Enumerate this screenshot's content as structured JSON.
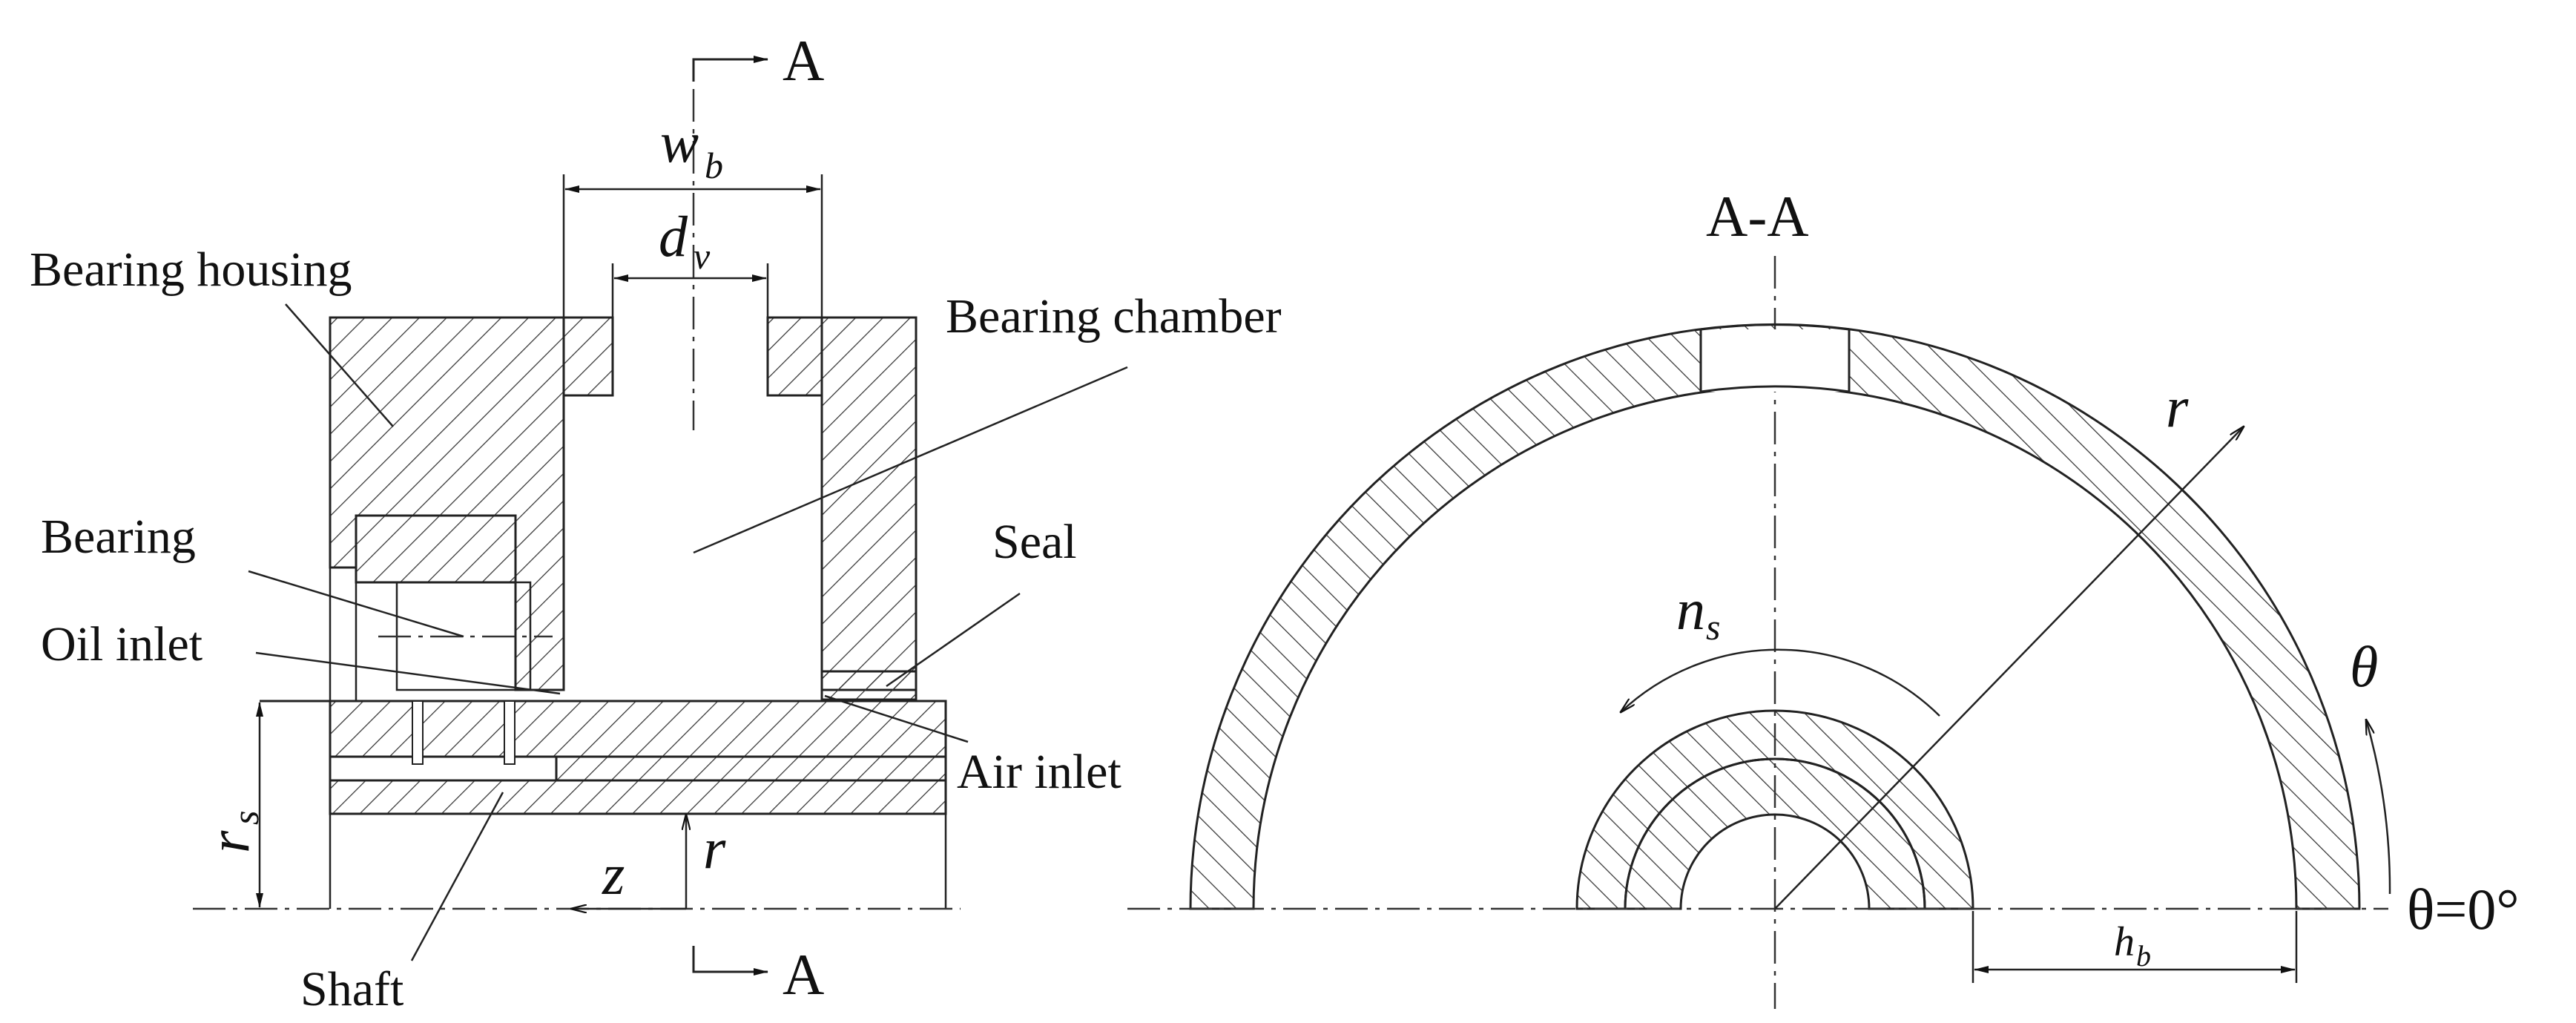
{
  "labels": {
    "section_top": "A",
    "section_bottom": "A",
    "section_title": "A-A",
    "bearing_housing": "Bearing housing",
    "bearing_chamber": "Bearing chamber",
    "bearing": "Bearing",
    "oil_inlet": "Oil inlet",
    "seal": "Seal",
    "air_inlet": "Air inlet",
    "shaft": "Shaft",
    "theta_zero": "θ=0°"
  },
  "symbols": {
    "w_main": "w",
    "w_sub": "b",
    "d_main": "d",
    "d_sub": "v",
    "r_s_main": "r",
    "r_s_sub": "s",
    "z": "z",
    "r_axis": "r",
    "r_section": "r",
    "n_main": "n",
    "n_sub": "s",
    "theta": "θ",
    "h_main": "h",
    "h_sub": "b"
  }
}
